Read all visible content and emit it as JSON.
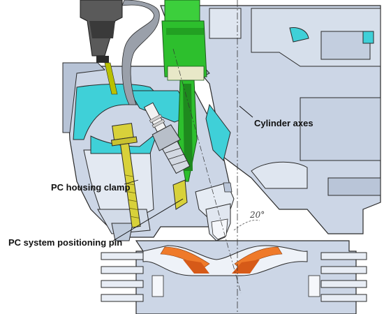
{
  "labels": {
    "cylinder_axes": "Cylinder axes",
    "pc_housing_clamp": "PC housing clamp",
    "pc_positioning_pin": "PC system positioning pin",
    "angle": "20°"
  },
  "parts": [
    "cylinder-head",
    "coolant-passage",
    "green-injector",
    "spark-plug",
    "housing-clamp-bolt",
    "prechamber",
    "piston",
    "combustion-flame"
  ],
  "colors": {
    "metal": "#ccd6e6",
    "metal_dark": "#9aa6b8",
    "coolant": "#3fd0d8",
    "injector": "#2dbf2d",
    "bolt": "#d8d13a",
    "flame": "#ef7a2a",
    "outline": "#2a2a2a",
    "plug_white": "#f2f2f2"
  }
}
